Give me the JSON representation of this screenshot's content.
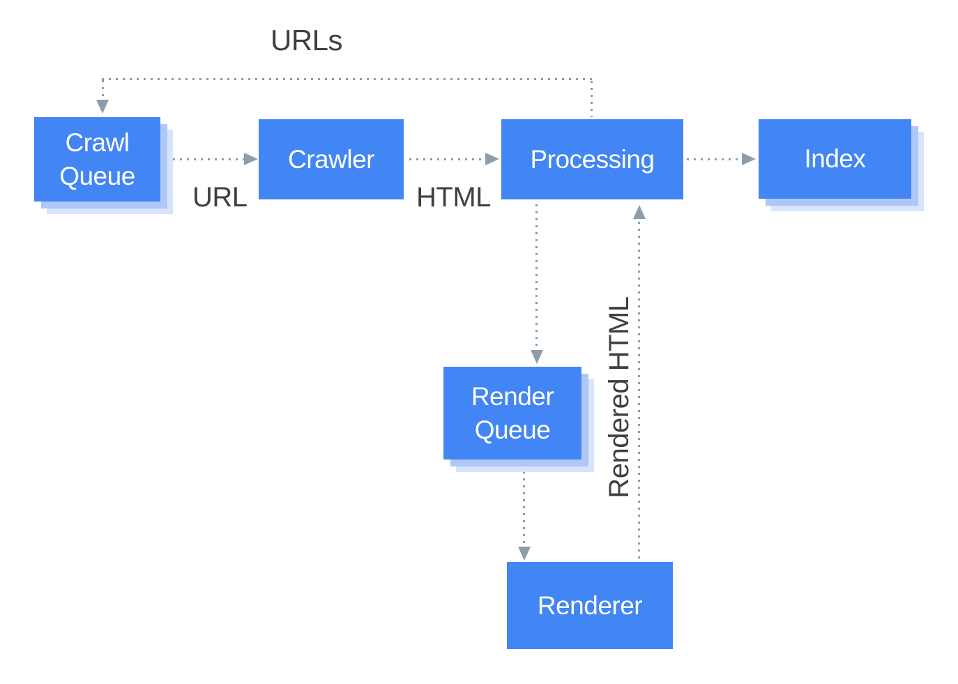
{
  "diagram": {
    "nodes": {
      "crawl_queue": {
        "lines": [
          "Crawl",
          "Queue"
        ]
      },
      "crawler": {
        "lines": [
          "Crawler"
        ]
      },
      "processing": {
        "lines": [
          "Processing"
        ]
      },
      "index": {
        "lines": [
          "Index"
        ]
      },
      "render_queue": {
        "lines": [
          "Render",
          "Queue"
        ]
      },
      "renderer": {
        "lines": [
          "Renderer"
        ]
      }
    },
    "edges": [
      {
        "from": "Processing",
        "to": "Crawl Queue",
        "label": "URLs",
        "style": "dotted"
      },
      {
        "from": "Crawl Queue",
        "to": "Crawler",
        "label": "URL",
        "style": "dotted"
      },
      {
        "from": "Crawler",
        "to": "Processing",
        "label": "HTML",
        "style": "dotted"
      },
      {
        "from": "Processing",
        "to": "Index",
        "label": "",
        "style": "dotted"
      },
      {
        "from": "Processing",
        "to": "Render Queue",
        "label": "",
        "style": "dotted"
      },
      {
        "from": "Render Queue",
        "to": "Renderer",
        "label": "",
        "style": "dotted"
      },
      {
        "from": "Renderer",
        "to": "Processing",
        "label": "Rendered HTML",
        "style": "dotted"
      }
    ],
    "colors": {
      "node_fill": "#4285F4",
      "node_text": "#FFFFFF",
      "node_shadow_inner": "#AEC7F6",
      "node_shadow_outer": "#D8E4FC",
      "connector": "#8C9DAB",
      "edge_label_text": "#3C4043",
      "background": "#FFFFFF"
    }
  }
}
